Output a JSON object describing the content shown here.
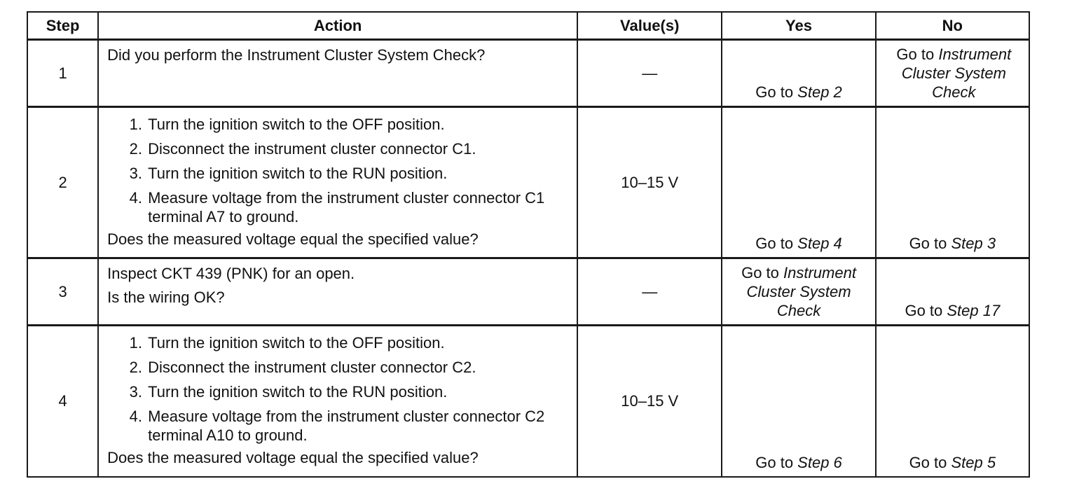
{
  "headers": {
    "step": "Step",
    "action": "Action",
    "values": "Value(s)",
    "yes": "Yes",
    "no": "No"
  },
  "rows": [
    {
      "step": "1",
      "question": "Did you perform the Instrument Cluster System Check?",
      "value": "—",
      "yes": {
        "prefix": "Go to ",
        "target": "Step 2"
      },
      "no": {
        "prefix": "Go to ",
        "target": "Instrument Cluster System Check"
      }
    },
    {
      "step": "2",
      "items": [
        "Turn the ignition switch to the OFF position.",
        "Disconnect the instrument cluster connector C1.",
        "Turn the ignition switch to the RUN position.",
        "Measure voltage from the instrument cluster connector C1 terminal A7 to ground."
      ],
      "question": "Does the measured voltage equal the specified value?",
      "value": "10–15 V",
      "yes": {
        "prefix": "Go to ",
        "target": "Step 4"
      },
      "no": {
        "prefix": "Go to ",
        "target": "Step 3"
      }
    },
    {
      "step": "3",
      "lines": [
        "Inspect CKT 439 (PNK) for an open.",
        "Is the wiring OK?"
      ],
      "value": "—",
      "yes": {
        "prefix": "Go to ",
        "target": "Instrument Cluster System Check"
      },
      "no": {
        "prefix": "Go to ",
        "target": "Step 17"
      }
    },
    {
      "step": "4",
      "items": [
        "Turn the ignition switch to the OFF position.",
        "Disconnect the instrument cluster connector C2.",
        "Turn the ignition switch to the RUN position.",
        "Measure voltage from the instrument cluster connector C2 terminal A10 to ground."
      ],
      "question": "Does the measured voltage equal the specified value?",
      "value": "10–15 V",
      "yes": {
        "prefix": "Go to ",
        "target": "Step 6"
      },
      "no": {
        "prefix": "Go to ",
        "target": "Step 5"
      }
    }
  ]
}
